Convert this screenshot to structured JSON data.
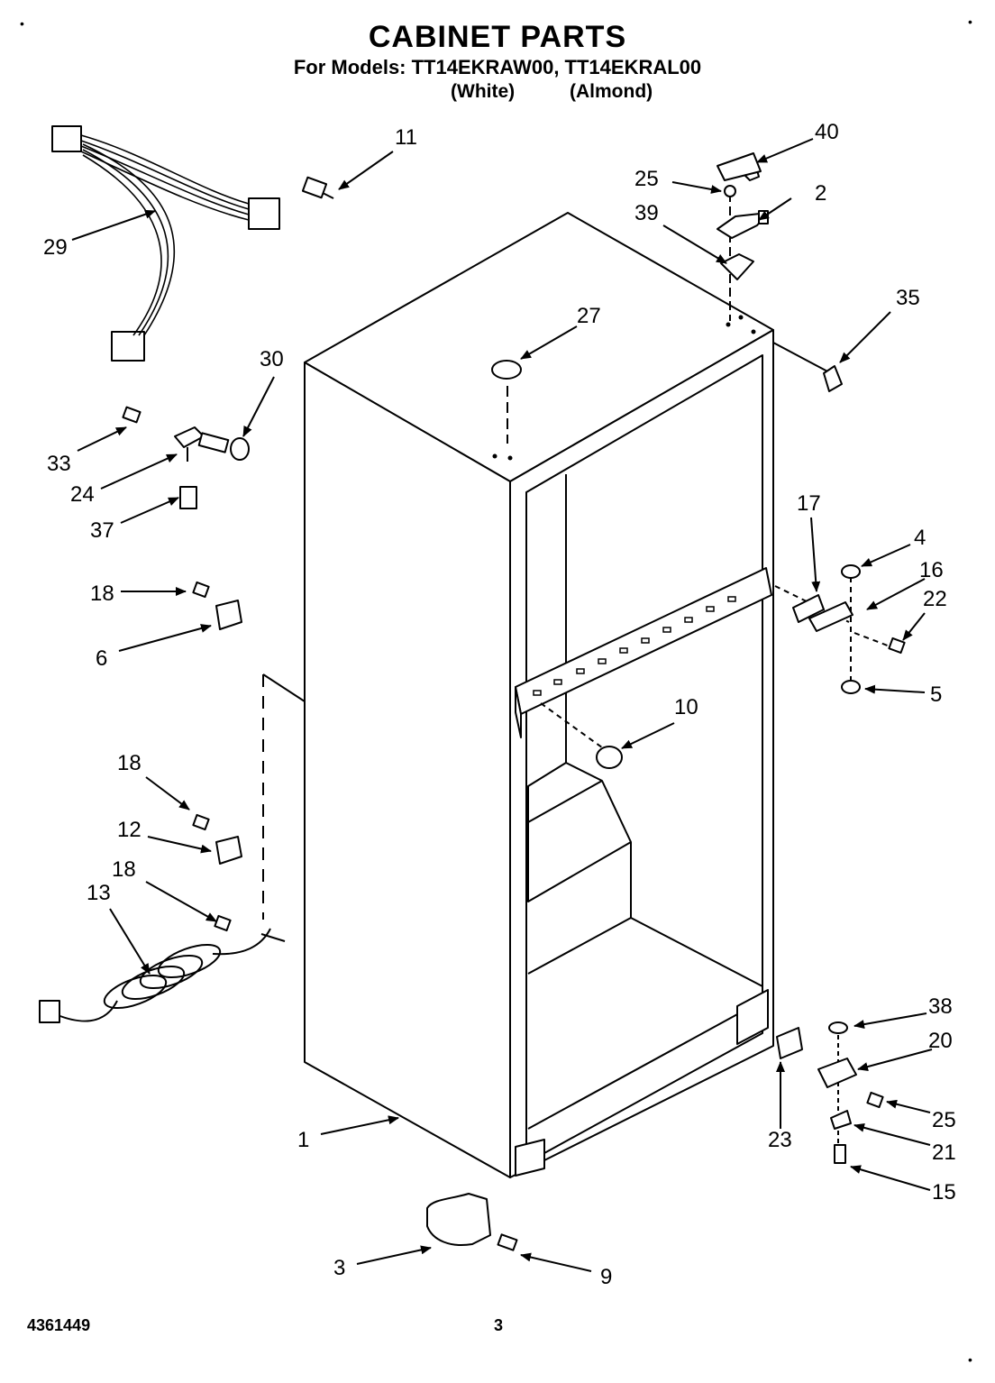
{
  "header": {
    "title": "CABINET PARTS",
    "models_line": "For Models: TT14EKRAW00, TT14EKRAL00",
    "variant_white": "(White)",
    "variant_almond": "(Almond)"
  },
  "footer": {
    "doc_number": "4361449",
    "page_number": "3"
  },
  "callouts": [
    {
      "id": "1",
      "label": "1"
    },
    {
      "id": "2",
      "label": "2"
    },
    {
      "id": "3",
      "label": "3"
    },
    {
      "id": "4",
      "label": "4"
    },
    {
      "id": "5",
      "label": "5"
    },
    {
      "id": "6",
      "label": "6"
    },
    {
      "id": "9",
      "label": "9"
    },
    {
      "id": "10",
      "label": "10"
    },
    {
      "id": "11",
      "label": "11"
    },
    {
      "id": "12",
      "label": "12"
    },
    {
      "id": "13",
      "label": "13"
    },
    {
      "id": "15",
      "label": "15"
    },
    {
      "id": "16",
      "label": "16"
    },
    {
      "id": "17",
      "label": "17"
    },
    {
      "id": "18a",
      "label": "18"
    },
    {
      "id": "18b",
      "label": "18"
    },
    {
      "id": "18c",
      "label": "18"
    },
    {
      "id": "20",
      "label": "20"
    },
    {
      "id": "21",
      "label": "21"
    },
    {
      "id": "22",
      "label": "22"
    },
    {
      "id": "23",
      "label": "23"
    },
    {
      "id": "24",
      "label": "24"
    },
    {
      "id": "25a",
      "label": "25"
    },
    {
      "id": "25b",
      "label": "25"
    },
    {
      "id": "27",
      "label": "27"
    },
    {
      "id": "29",
      "label": "29"
    },
    {
      "id": "30",
      "label": "30"
    },
    {
      "id": "33",
      "label": "33"
    },
    {
      "id": "35",
      "label": "35"
    },
    {
      "id": "37",
      "label": "37"
    },
    {
      "id": "38",
      "label": "38"
    },
    {
      "id": "39",
      "label": "39"
    },
    {
      "id": "40",
      "label": "40"
    }
  ]
}
